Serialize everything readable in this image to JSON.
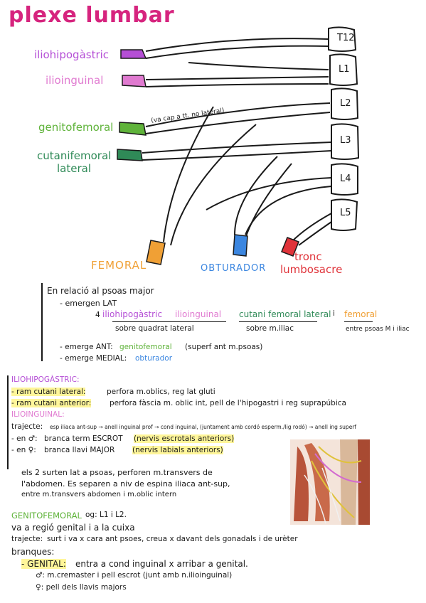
{
  "title": "plexe lumbar",
  "colors": {
    "title": "#d6247e",
    "iliohipogastric": "#b54fd6",
    "ilioinguinal": "#e07ad0",
    "genitofemoral": "#5fb33a",
    "cutaniFemoral": "#2f8a57",
    "femoral": "#f0a035",
    "obturador": "#3b86e0",
    "troncLumbosacre": "#e0333a",
    "highlight": "#fff69a"
  },
  "diagram": {
    "vertebrae": [
      "T12",
      "L1",
      "L2",
      "L3",
      "L4",
      "L5"
    ],
    "nerves": {
      "iliohipogastric": "iliohipogàstric",
      "ilioinguinal": "ilioinguinal",
      "genitofemoral": "genitofemoral",
      "cutaniFemoral1": "cutanifemoral",
      "cutaniFemoral2": "lateral",
      "femoral": "FEMORAL",
      "obturador": "OBTURADOR",
      "troncLumbosacre1": "tronc",
      "troncLumbosacre2": "lumbosacre"
    },
    "genitofemoralNote": "(va cap a tt. no lateral)"
  },
  "psoas": {
    "intro": "En relació al psoas major",
    "emergenLat": "- emergen LAT",
    "count": "4",
    "listIlio": "iliohipogàstric",
    "listIlioIng": "ilioinguinal",
    "listCutani": "cutani femoral lateral",
    "listConj": "i",
    "listFemoral": "femoral",
    "sub1": "sobre quadrat lateral",
    "sub2": "sobre m.iliac",
    "sub3": "entre psoas M i iliac",
    "antLabel": "- emerge ANT:",
    "antValue": "genitofemoral",
    "antNote": "(superf ant m.psoas)",
    "medLabel": "- emerge MEDIAL:",
    "medValue": "obturador"
  },
  "iliohipogastric": {
    "heading": "ILIOHIPOGÀSTRIC:",
    "line1Hl": "- ram cutani lateral:",
    "line1": "perfora m.oblics, reg lat gluti",
    "line2Hl": "- ram cutani anterior:",
    "line2": "perfora fàscia m. oblic int, pell de l'hipogastri i reg suprapúbica"
  },
  "ilioinguinal": {
    "heading": "ILIOINGUINAL:",
    "trajecteLabel": "trajecte:",
    "trajecte": "esp iliaca ant-sup → anell inguinal prof → cond inguinal, (juntament amb cordó esperm./lig rodó) → anell ing superf",
    "maleLabel": "- en ♂:",
    "male": "branca term ESCROT",
    "maleHl": "(nervis escrotals anteriors)",
    "femaleLabel": "- en ♀:",
    "female": "branca llavi MAJOR",
    "femaleHl": "(nervis labials anteriors)",
    "both1": "els 2 surten lat a psoas, perforen m.transvers de",
    "both2": "l'abdomen. Es separen a niv de espina iliaca ant-sup,",
    "both3": "entre m.transvers abdomen i m.oblic intern"
  },
  "genitofemoralNotes": {
    "heading": "GENITOFEMORAL",
    "origin": "og: L1 i L2.",
    "line1": "va a regió genital i a la cuixa",
    "trajecteLabel": "trajecte:",
    "trajecte": "surt i va x cara ant psoes, creua x davant dels gonadals i de urèter",
    "branques": "branques:",
    "genitalHl": "- GENITAL:",
    "genital": "entra a cond inguinal x arribar a genital.",
    "male": "♂: m.cremaster i pell escrot (junt amb n.ilioinguinal)",
    "female": "♀: pell dels llavis majors"
  }
}
